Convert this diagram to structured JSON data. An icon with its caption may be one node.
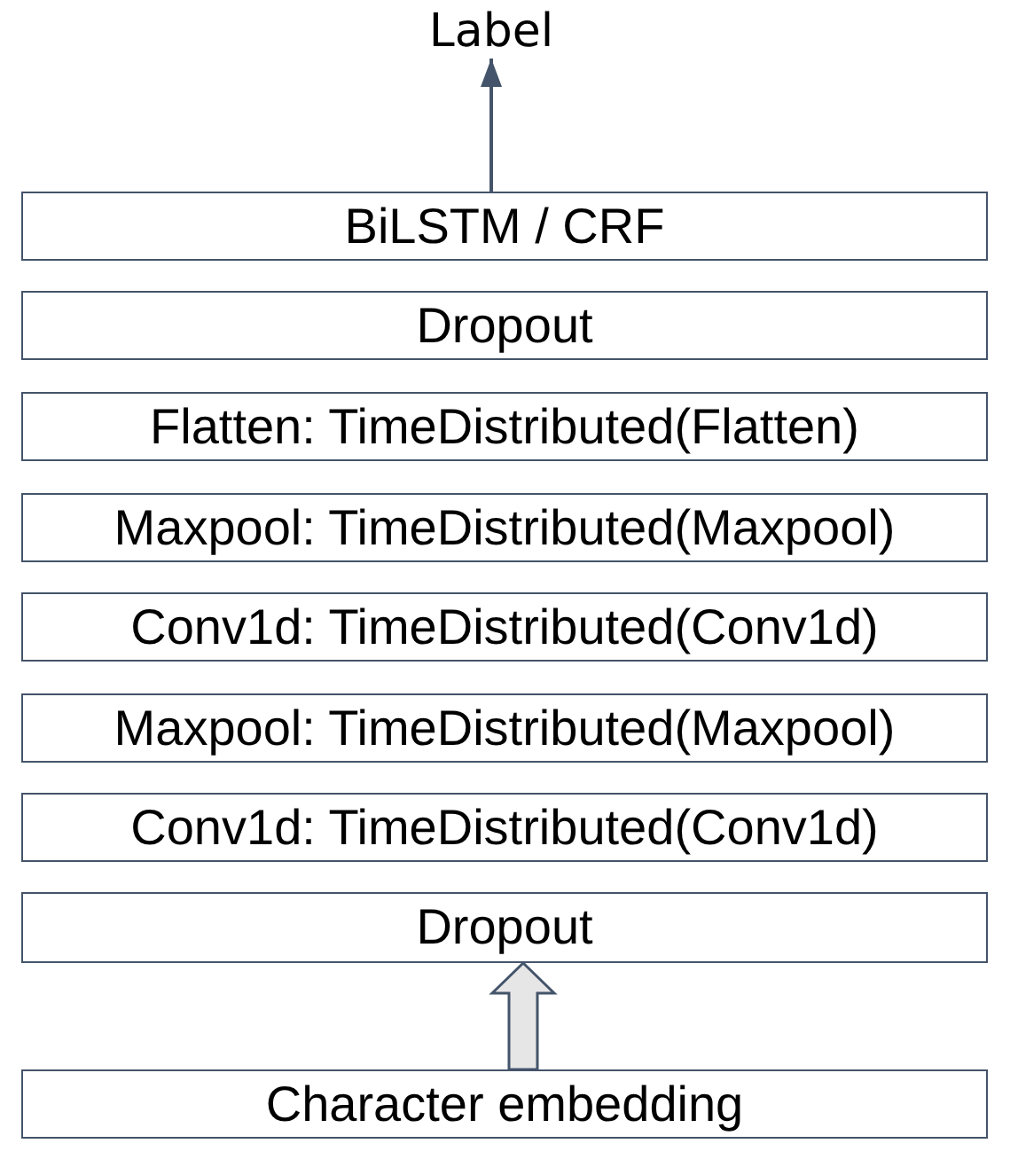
{
  "diagram": {
    "nodes": [
      {
        "text": [
          "Label"
        ]
      },
      {
        "text": [
          "BiLSTM / CRF"
        ]
      },
      {
        "text": [
          "Dropout"
        ]
      },
      {
        "text": [
          "Flatten: TimeDistributed(Flatten)"
        ]
      },
      {
        "text": [
          "Maxpool: TimeDistributed(Maxpool)"
        ]
      },
      {
        "text": [
          "Conv1d: TimeDistributed(Conv1d)"
        ]
      },
      {
        "text": [
          "Maxpool: TimeDistributed(Maxpool)"
        ]
      },
      {
        "text": [
          "Conv1d: TimeDistributed(Conv1d)"
        ]
      },
      {
        "text": [
          "Dropout"
        ]
      },
      {
        "text": [
          "Character embedding"
        ]
      }
    ],
    "edges": [
      {
        "from": 1,
        "to": 0,
        "arrow": "to"
      },
      {
        "from": 9,
        "to": 8,
        "arrow": "to",
        "style": "thick"
      }
    ]
  }
}
